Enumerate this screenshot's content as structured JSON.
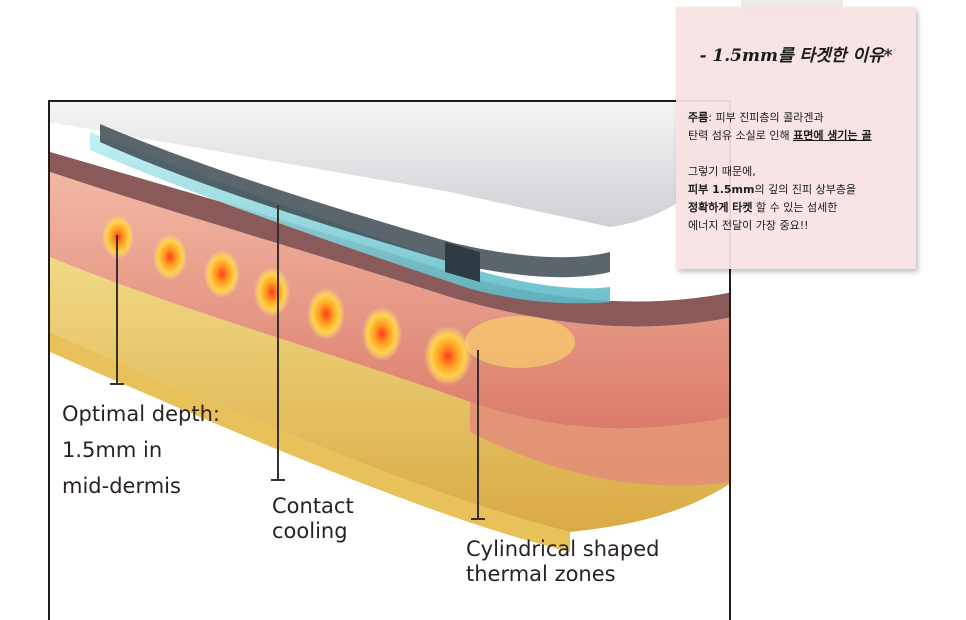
{
  "callouts": {
    "depth": {
      "line1": "Optimal depth:",
      "line2": "1.5mm in",
      "line3": "mid-dermis"
    },
    "cooling": {
      "line1": "Contact",
      "line2": "cooling"
    },
    "thermal": {
      "line1": "Cylindrical shaped",
      "line2": "thermal zones"
    }
  },
  "note": {
    "title": "- 1.5mm를 타겟한 이유*",
    "para1": {
      "term": "주름",
      "rest1": ": 피부 진피층의 콜라겐과",
      "rest2": "탄력 섬유 소실로 인해 ",
      "emph": "표면에 생기는 골"
    },
    "para2": {
      "line1": "그렇기 때문에,",
      "line2_bold": "피부 1.5mm",
      "line2_rest": "의 깊의 진피 상부층을",
      "line3_bold": "정확하게 타켓",
      "line3_rest": " 할 수 있는 섬세한",
      "line4": "에너지 전달이 가장 중요!!"
    }
  },
  "colors": {
    "frame": "#231a1a",
    "note_bg": "#f7e2e2",
    "fat": "#e9c76a",
    "dermis": "#e79a86",
    "cooling": "#7fd0d8",
    "thermal": "#ffd84a"
  }
}
